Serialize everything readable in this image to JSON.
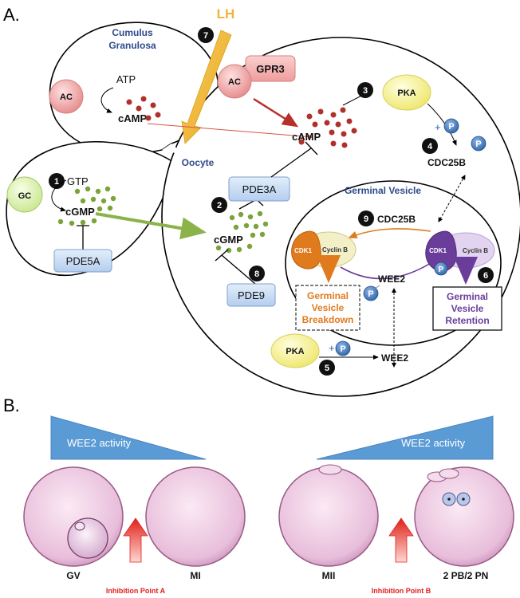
{
  "panel_a": {
    "label": "A.",
    "cumulus_granulosa": [
      "Cumulus",
      "Granulosa"
    ],
    "oocyte": "Oocyte",
    "germinal_vesicle": "Germinal Vesicle",
    "lh": "LH",
    "ac": "AC",
    "gpr3": "GPR3",
    "atp": "ATP",
    "camp": "cAMP",
    "gc": "GC",
    "gtp": "GTP",
    "cgmp": "cGMP",
    "pde5a": "PDE5A",
    "pde3a": "PDE3A",
    "pde9": "PDE9",
    "pka": "PKA",
    "p": "P",
    "plus": "+",
    "cdc25b": "CDC25B",
    "wee2": "WEE2",
    "cdk1": "CDK1",
    "cyclin_b": "Cyclin B",
    "gvbd": [
      "Germinal",
      "Vesicle",
      "Breakdown"
    ],
    "gvr": [
      "Germinal",
      "Vesicle",
      "Retention"
    ],
    "steps": [
      "1",
      "2",
      "3",
      "4",
      "5",
      "6",
      "7",
      "8",
      "9"
    ]
  },
  "panel_b": {
    "label": "B.",
    "wee2_activity": "WEE2 activity",
    "stages": [
      "GV",
      "MI",
      "MII",
      "2 PB/2 PN"
    ],
    "inhibition_a": "Inhibition Point A",
    "inhibition_b": "Inhibition Point B"
  },
  "colors": {
    "ac_fill": "#f4a6a6",
    "gc_fill": "#d9f2a6",
    "pka_fill": "#f8f28a",
    "pde_fill": "#c7dcf5",
    "camp_dot": "#c0392b",
    "cgmp_dot": "#7aa33a",
    "lh": "#f0b43a",
    "p_fill": "#4a7fc0",
    "cdk1_orange": "#e07b1d",
    "cdk1_purple": "#6a3d9a",
    "wee2_bar": "#5b9bd5",
    "inhibit_arrow": "#e02020",
    "oocyte_b": "#e6b6d6"
  }
}
